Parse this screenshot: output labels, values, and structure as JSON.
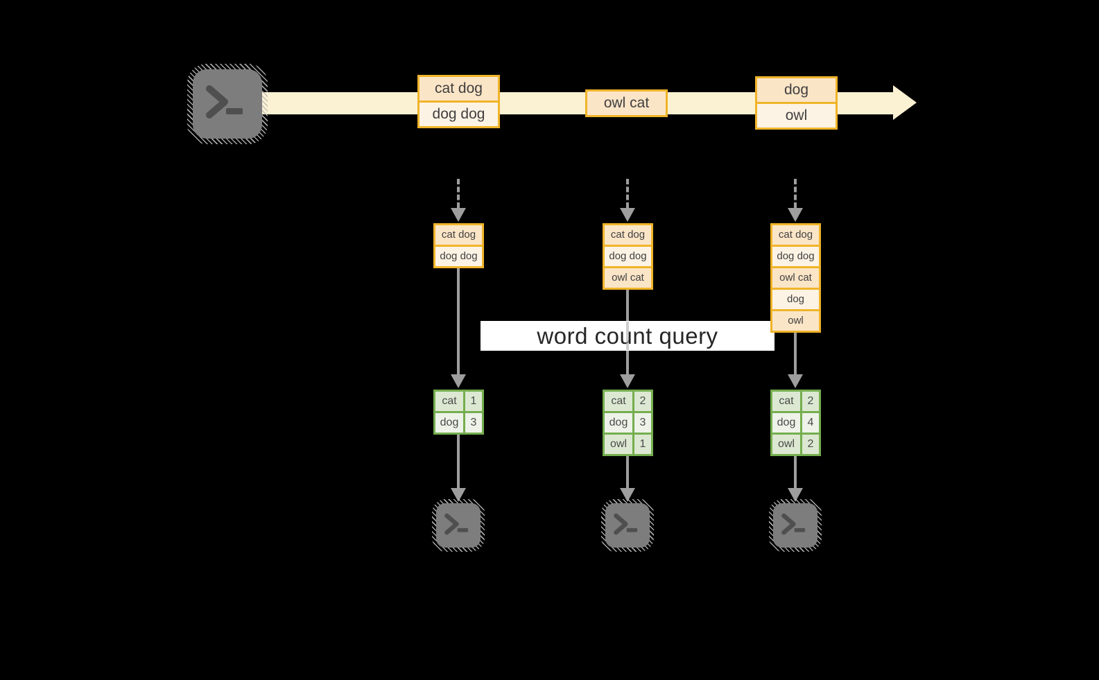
{
  "banner": {
    "label": "word count query"
  },
  "stream": {
    "records": [
      {
        "lines": [
          "cat dog",
          "dog dog"
        ]
      },
      {
        "lines": [
          "owl cat"
        ]
      },
      {
        "lines": [
          "dog",
          "owl"
        ]
      }
    ]
  },
  "columns": [
    {
      "state": [
        "cat dog",
        "dog dog"
      ],
      "counts": [
        {
          "word": "cat",
          "count": "1"
        },
        {
          "word": "dog",
          "count": "3"
        }
      ]
    },
    {
      "state": [
        "cat dog",
        "dog dog",
        "owl cat"
      ],
      "counts": [
        {
          "word": "cat",
          "count": "2"
        },
        {
          "word": "dog",
          "count": "3"
        },
        {
          "word": "owl",
          "count": "1"
        }
      ]
    },
    {
      "state": [
        "cat dog",
        "dog dog",
        "owl cat",
        "dog",
        "owl"
      ],
      "counts": [
        {
          "word": "cat",
          "count": "2"
        },
        {
          "word": "dog",
          "count": "4"
        },
        {
          "word": "owl",
          "count": "2"
        }
      ]
    }
  ],
  "icons": {
    "source": "terminal-icon",
    "sinks": "terminal-icon"
  },
  "colors": {
    "background": "#000000",
    "stream_arrow": "#fbf1d3",
    "record_border": "#f0b429",
    "record_fill_dark": "#fbe5c7",
    "record_fill_light": "#fdf3e4",
    "table_border": "#74ae4e",
    "table_fill_dark": "#dde8d2",
    "table_fill_light": "#eef3e9",
    "connector_gray": "#9e9e9e",
    "banner_bg": "#ffffff",
    "banner_text": "#262626"
  }
}
